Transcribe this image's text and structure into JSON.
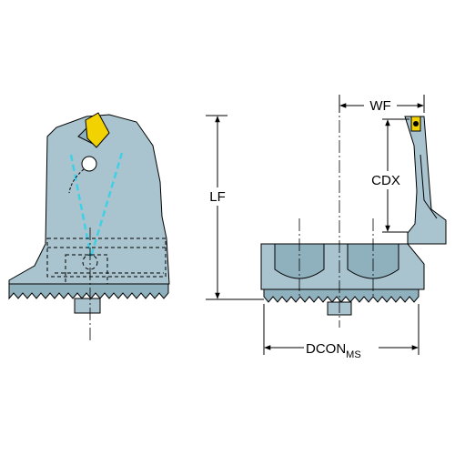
{
  "colors": {
    "body": "#a9c4cf",
    "body_dark": "#8fb0bd",
    "insert": "#f2d200",
    "coolant": "#3fd0e6",
    "line": "#000000"
  },
  "dimensions": {
    "wf": "WF",
    "cdx": "CDX",
    "lf": "LF",
    "dcon": "DCON",
    "dcon_sub": "MS"
  }
}
